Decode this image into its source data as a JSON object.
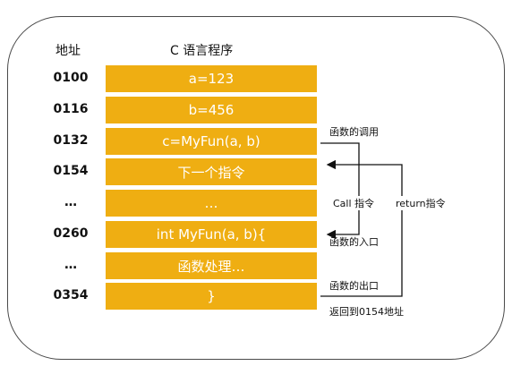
{
  "headers": {
    "address": "地址",
    "program": "C 语言程序"
  },
  "rows": [
    {
      "address": "0100",
      "code": "a=123"
    },
    {
      "address": "0116",
      "code": "b=456"
    },
    {
      "address": "0132",
      "code": "c=MyFun(a, b)"
    },
    {
      "address": "0154",
      "code": "下一个指令"
    },
    {
      "address": "…",
      "code": "…"
    },
    {
      "address": "0260",
      "code": "int MyFun(a, b){"
    },
    {
      "address": "…",
      "code": "函数处理…"
    },
    {
      "address": "0354",
      "code": "}"
    }
  ],
  "annotations": {
    "call_site": "函数的调用",
    "call_instruction": "Call 指令",
    "return_instruction": "return指令",
    "entry": "函数的入口",
    "exit": "函数的出口",
    "return_to": "返回到0154地址"
  },
  "colors": {
    "cell_fill": "#efae12",
    "cell_text": "#ffffff",
    "border": "#4a4a4a"
  }
}
